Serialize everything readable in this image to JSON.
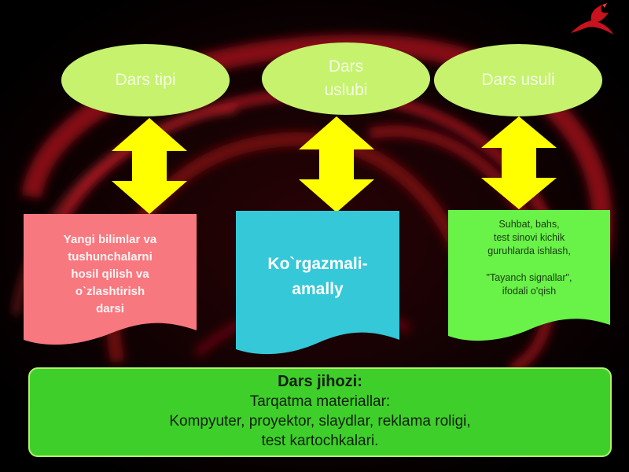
{
  "colors": {
    "background": "#000000",
    "oval": "#c6f26e",
    "arrow": "#ffff00",
    "box_pink": "#f7787f",
    "box_cyan": "#34c8d8",
    "box_green": "#69f248",
    "equipment_box": "#3fcf2b",
    "glow_red": "#b3121d"
  },
  "ovals": [
    {
      "label": "Dars tipi"
    },
    {
      "label": "Dars\nuslubi"
    },
    {
      "label": "Dars usuli"
    }
  ],
  "boxes": [
    {
      "text": "Yangi bilimlar va\ntushunchalarni\nhosil qilish va\no`zlashtirish\ndarsi"
    },
    {
      "text": "Ko`rgazmali-\namally"
    },
    {
      "text": "Suhbat, bahs,\ntest sinovi kichik\nguruhlarda  ishlash,\n\n\"Tayanch signallar\",\nifodali o'qish"
    }
  ],
  "equipment": {
    "title": "Dars jihozi:",
    "line1": "Tarqatma materiallar:",
    "line2": "Kompyuter, proyektor, slaydlar, reklama roligi,",
    "line3": "test kartochkalari."
  },
  "icons": {
    "corner_logo": "dragon-logo-icon",
    "arrow": "double-arrow-icon"
  }
}
